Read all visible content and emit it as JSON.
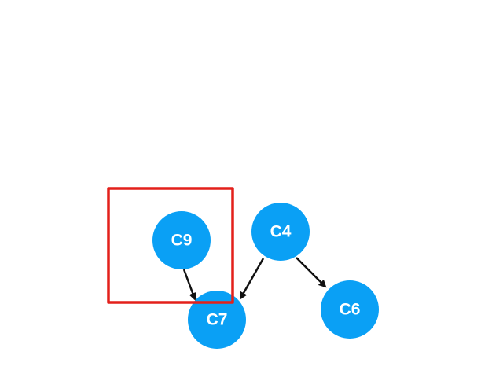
{
  "colors": {
    "node_fill": "#0aa0f5",
    "node_text": "#ffffff",
    "edge": "#111111",
    "highlight_box": "#e3201b",
    "background": "#ffffff"
  },
  "nodes": [
    {
      "id": "C9",
      "label": "C9"
    },
    {
      "id": "C4",
      "label": "C4"
    },
    {
      "id": "C7",
      "label": "C7"
    },
    {
      "id": "C6",
      "label": "C6"
    }
  ],
  "edges": [
    {
      "from": "C9",
      "to": "C7"
    },
    {
      "from": "C4",
      "to": "C7"
    },
    {
      "from": "C4",
      "to": "C6"
    }
  ],
  "highlight": {
    "encloses": "C9"
  }
}
